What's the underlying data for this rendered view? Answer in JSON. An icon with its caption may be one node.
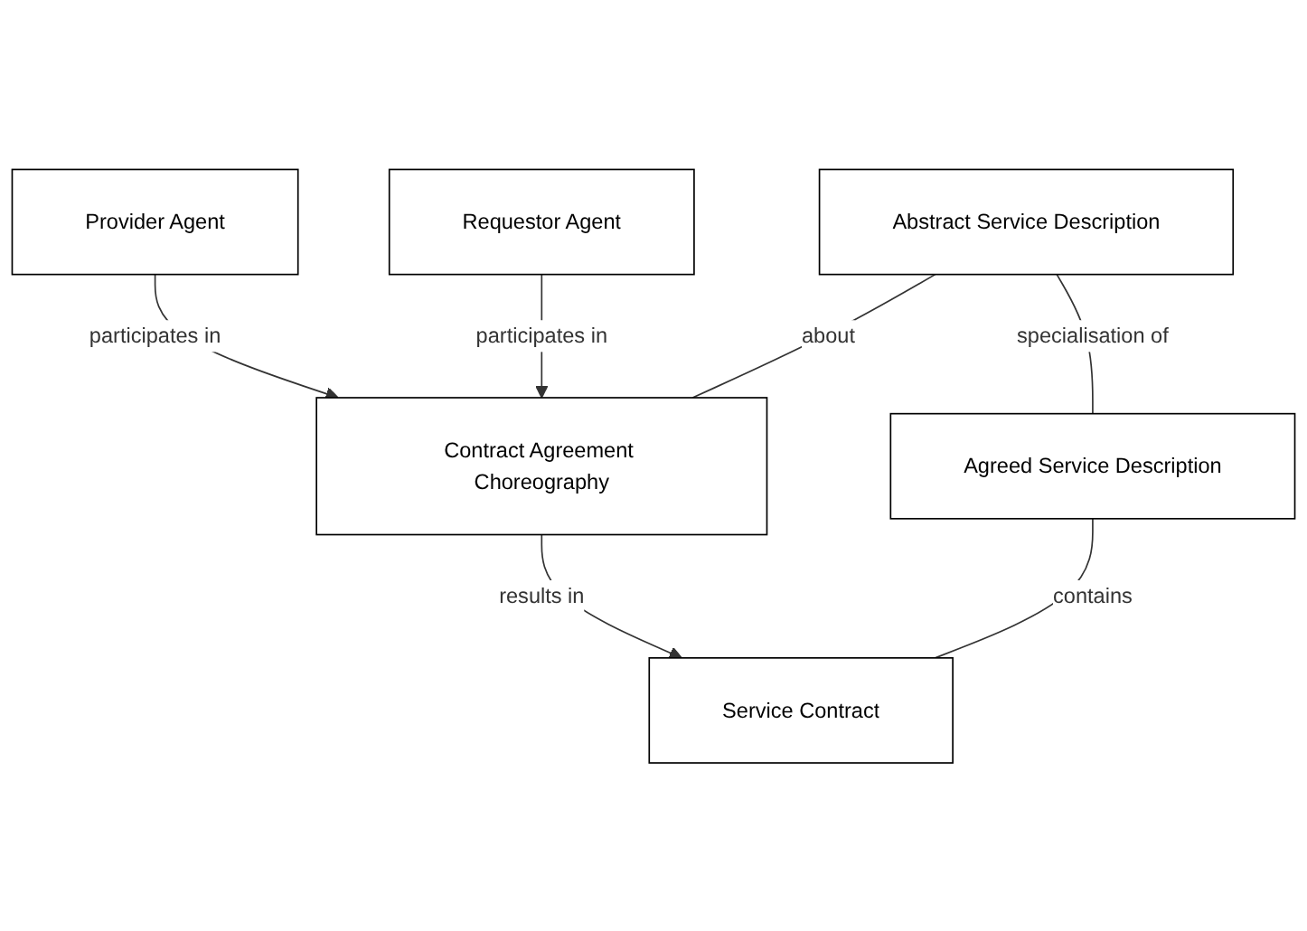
{
  "diagram": {
    "nodes": [
      {
        "text": [
          "Provider Agent"
        ]
      },
      {
        "text": [
          "Requestor Agent"
        ]
      },
      {
        "text": [
          "Abstract Service Description"
        ]
      },
      {
        "text": [
          "Contract Agreement Choreography"
        ]
      },
      {
        "text": [
          "Agreed Service Description"
        ]
      },
      {
        "text": [
          "Service Contract"
        ]
      }
    ],
    "edges": [
      {
        "from": 0,
        "to": 3,
        "arrow": "to",
        "label": "participates in"
      },
      {
        "from": 1,
        "to": 3,
        "arrow": "to",
        "label": "participates in"
      },
      {
        "from": 2,
        "to": 3,
        "arrow": "none",
        "label": "about"
      },
      {
        "from": 3,
        "to": 5,
        "arrow": "to",
        "label": "results in"
      },
      {
        "from": 2,
        "to": 4,
        "arrow": "none",
        "label": "specialisation of"
      },
      {
        "from": 4,
        "to": 5,
        "arrow": "none",
        "label": "contains"
      }
    ]
  }
}
